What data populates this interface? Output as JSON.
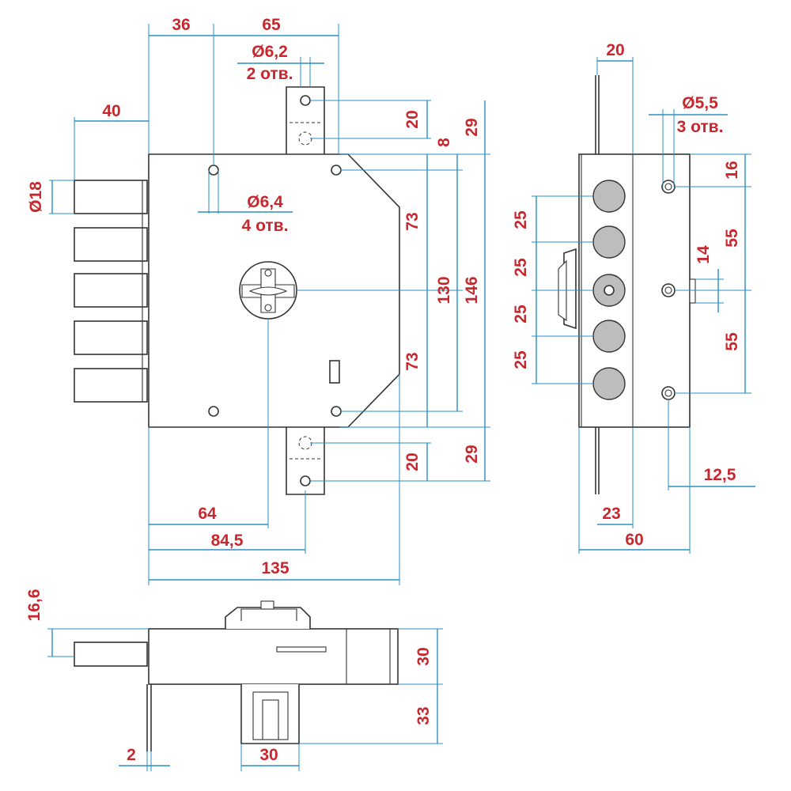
{
  "colors": {
    "dimension_text": "#c8282d",
    "dimension_line": "#2a8fc4",
    "outline": "#333333",
    "bolt_fill": "#bdbdbd"
  },
  "dimensions": {
    "d36": "36",
    "d65": "65",
    "hole62_dia": "Ø6,2",
    "hole62_count": "2 отв.",
    "d40": "40",
    "bolt_dia": "Ø18",
    "hole64_dia": "Ø6,4",
    "hole64_count": "4 отв.",
    "d20_top": "20",
    "d8": "8",
    "d29_top": "29",
    "d73_top": "73",
    "d130": "130",
    "d146": "146",
    "d73_bottom": "73",
    "d20_bottom": "20",
    "d29_bottom": "29",
    "d64": "64",
    "d84_5": "84,5",
    "d135": "135",
    "side_d20": "20",
    "hole55_dia": "Ø5,5",
    "hole55_count": "3 отв.",
    "side_d16": "16",
    "side_d55_top": "55",
    "side_d14": "14",
    "side_d55_bottom": "55",
    "side_pitch_1": "25",
    "side_pitch_2": "25",
    "side_pitch_3": "25",
    "side_pitch_4": "25",
    "side_d12_5": "12,5",
    "side_d23": "23",
    "side_d60": "60",
    "bot_d16_6": "16,6",
    "bot_d30_h": "30",
    "bot_d33": "33",
    "bot_d2": "2",
    "bot_d30_w": "30"
  }
}
